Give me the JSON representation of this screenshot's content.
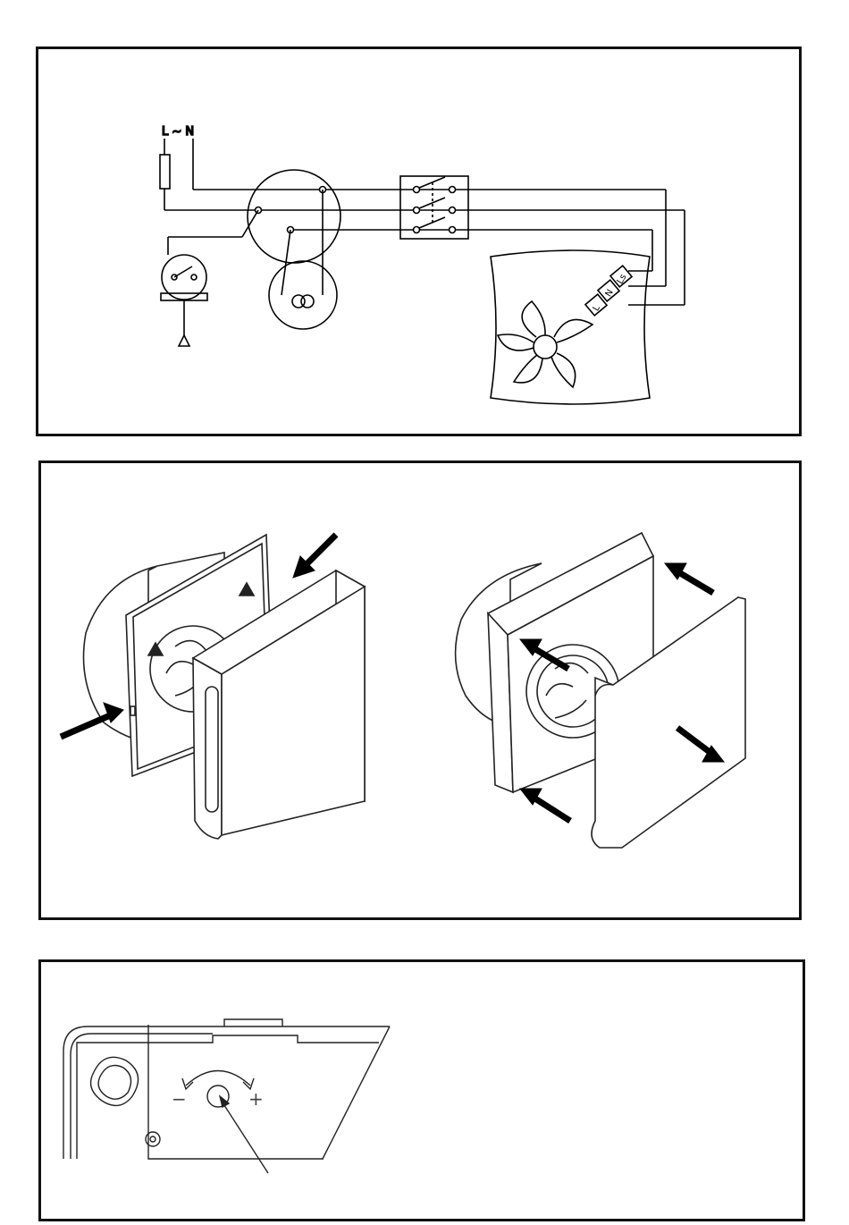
{
  "wiring_diagram": {
    "supply_label": "L ~ N",
    "terminal_labels": [
      "L",
      "N",
      "Ls"
    ]
  },
  "adjustment": {
    "minus_sign": "−",
    "plus_sign": "+"
  }
}
